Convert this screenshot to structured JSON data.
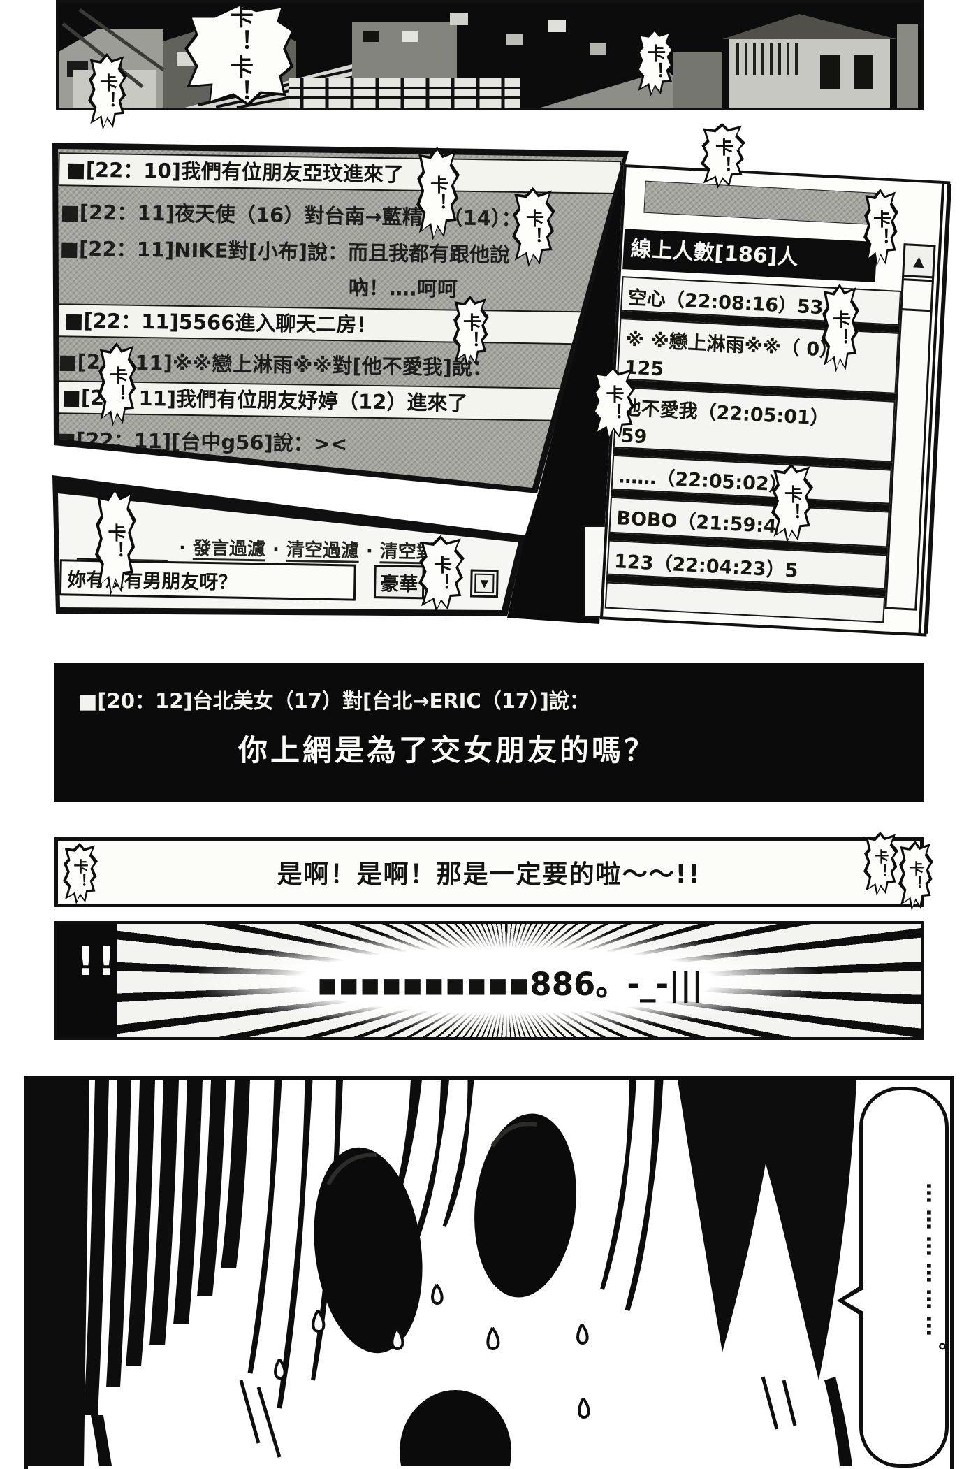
{
  "sfx": {
    "ka": "卡！"
  },
  "chat_window": {
    "messages": [
      {
        "text": "■[22：10]我們有位朋友亞玟進來了"
      },
      {
        "text": "■[22：11]夜天使（16）對台南→藍精靈（14）："
      },
      {
        "text": "■[22：11]NIKE對[小布]說：而且我都有跟他說",
        "text2": "吶！….呵呵"
      },
      {
        "text": "■[22：11]5566進入聊天二房！"
      },
      {
        "text": "■[22：11]※※戀上淋雨※※對[他不愛我]說："
      },
      {
        "text": "■[22：11]我們有位朋友妤婷（12）進來了"
      },
      {
        "text": "■[22：11][台中g56]說：><"
      }
    ]
  },
  "input_window": {
    "bullet": "·",
    "links": [
      {
        "label": "發言過濾"
      },
      {
        "label": "清空過濾"
      },
      {
        "label": "清空對象"
      }
    ],
    "input_value": "妳有沒有男朋友呀？",
    "button_label": "豪華",
    "dropdown_icon": "▼"
  },
  "user_panel": {
    "header": "線上人數[186]人",
    "scroll_up_icon": "▲",
    "users": [
      {
        "line1": "空心（22:08:16）53"
      },
      {
        "line1": "※ ※戀上淋雨※※（ 0）",
        "line2": "125"
      },
      {
        "line1": "他不愛我（22:05:01）",
        "line2": "59"
      },
      {
        "line1": "……（22:05:02） 0"
      },
      {
        "line1": "BOBO（21:59:4"
      },
      {
        "line1": "123（22:04:23）5"
      }
    ]
  },
  "black_panel": {
    "meta": "■[20：12]台北美女（17）對[台北→ERIC（17）]說：",
    "message": "你上網是為了交女朋友的嗎？"
  },
  "reply_panel": {
    "text": "是啊！是啊！那是一定要的啦～～!!"
  },
  "shout_panel": {
    "prefix": "!!",
    "text": "▪▪▪▪▪▪▪▪▪▪886。-_-|||"
  },
  "bottom_panel": {
    "speech": "………………。"
  }
}
